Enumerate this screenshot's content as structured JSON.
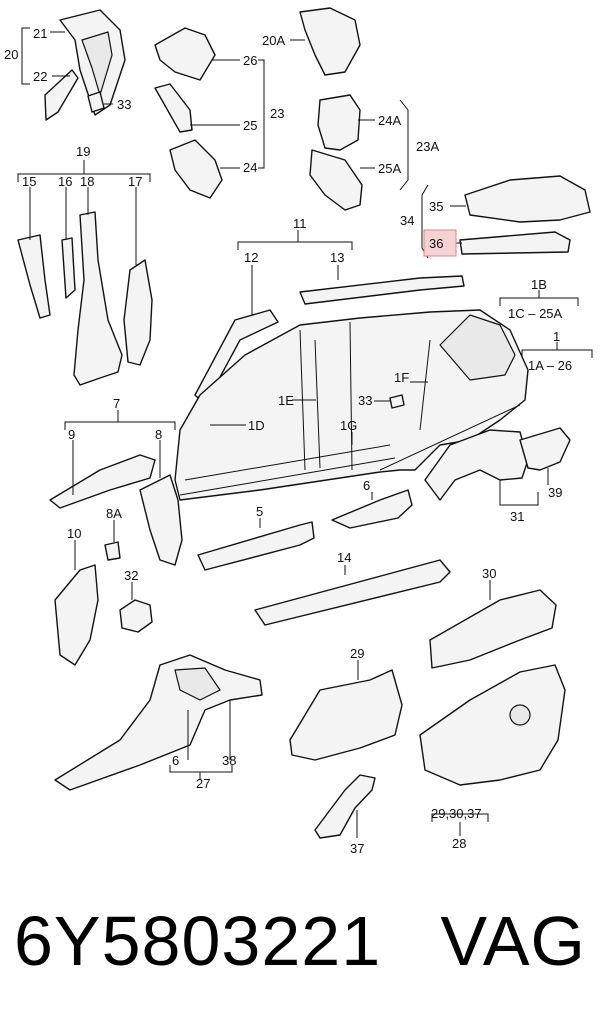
{
  "part_number": "6Y5803221",
  "brand": "VAG",
  "highlighted_label": "36",
  "highlight_color": "#f6d3d3",
  "labels": {
    "l20": "20",
    "l21": "21",
    "l22": "22",
    "l33a": "33",
    "l26": "26",
    "l20A": "20A",
    "l23": "23",
    "l25": "25",
    "l24": "24",
    "l24A": "24A",
    "l23A": "23A",
    "l25A": "25A",
    "l19": "19",
    "l15": "15",
    "l16": "16",
    "l18": "18",
    "l17": "17",
    "l35": "35",
    "l34": "34",
    "l36": "36",
    "l11": "11",
    "l12": "12",
    "l13": "13",
    "l1B": "1B",
    "l1C25A": "1C – 25A",
    "l1": "1",
    "l1A26": "1A – 26",
    "l1E": "1E",
    "l1D": "1D",
    "l33b": "33",
    "l1F": "1F",
    "l1G": "1G",
    "l7": "7",
    "l9": "9",
    "l8": "8",
    "l8A": "8A",
    "l10": "10",
    "l32": "32",
    "l6a": "6",
    "l5": "5",
    "l14": "14",
    "l39": "39",
    "l31": "31",
    "l30": "30",
    "l29": "29",
    "l6b": "6",
    "l27": "27",
    "l38": "38",
    "l37": "37",
    "l293037": "29,30,37",
    "l28": "28"
  }
}
